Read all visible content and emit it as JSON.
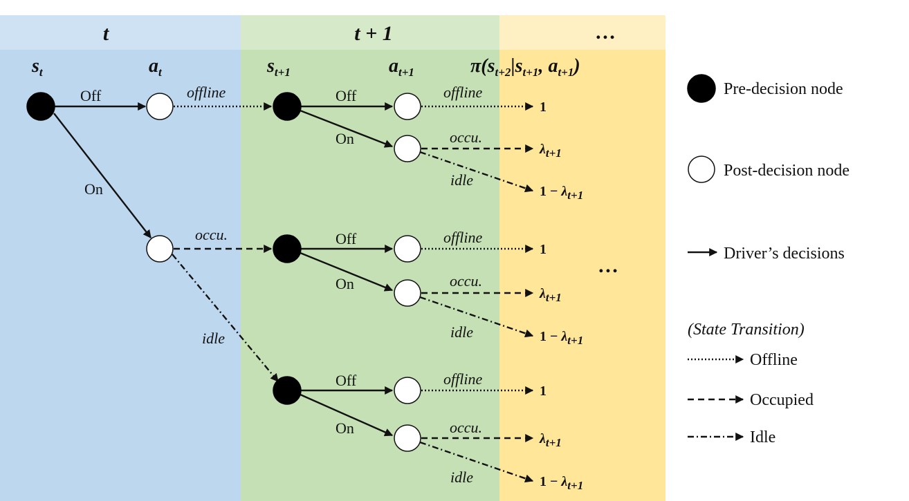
{
  "columns": {
    "t": "t",
    "t1": "t + 1",
    "next": "…"
  },
  "vars": {
    "s": "s",
    "a": "a",
    "sub_t": "t",
    "sub_t1": "t+1",
    "pi": "π(",
    "pi_s": "s",
    "pi_s_sub": "t+2",
    "pi_bar": "|",
    "pi_s2": "s",
    "pi_s2_sub": "t+1",
    "pi_comma": ", ",
    "pi_a": "a",
    "pi_a_sub": "t+1",
    "pi_close": ")"
  },
  "edge_labels": {
    "off": "Off",
    "on": "On",
    "offline": "offline",
    "occu": "occu.",
    "idle": "idle"
  },
  "outcomes": {
    "one": "1",
    "lambda": "λ",
    "lambda_sub": "t+1",
    "one_minus": "1 − ",
    "ellipsis": "…"
  },
  "legend": {
    "pre_decision": "Pre-decision node",
    "post_decision": "Post-decision node",
    "decisions": "Driver’s decisions",
    "state_transition": "(State Transition)",
    "offline": "Offline",
    "occupied": "Occupied",
    "idle": "Idle"
  },
  "colors": {
    "band_t": "#bdd7ee",
    "band_t_header": "#cfe2f3",
    "band_t1": "#c5e0b4",
    "band_t1_header": "#d6e9c9",
    "band_next": "#ffe699",
    "band_next_header": "#fff0c4",
    "node_pre": "#000000",
    "node_post": "#ffffff"
  }
}
